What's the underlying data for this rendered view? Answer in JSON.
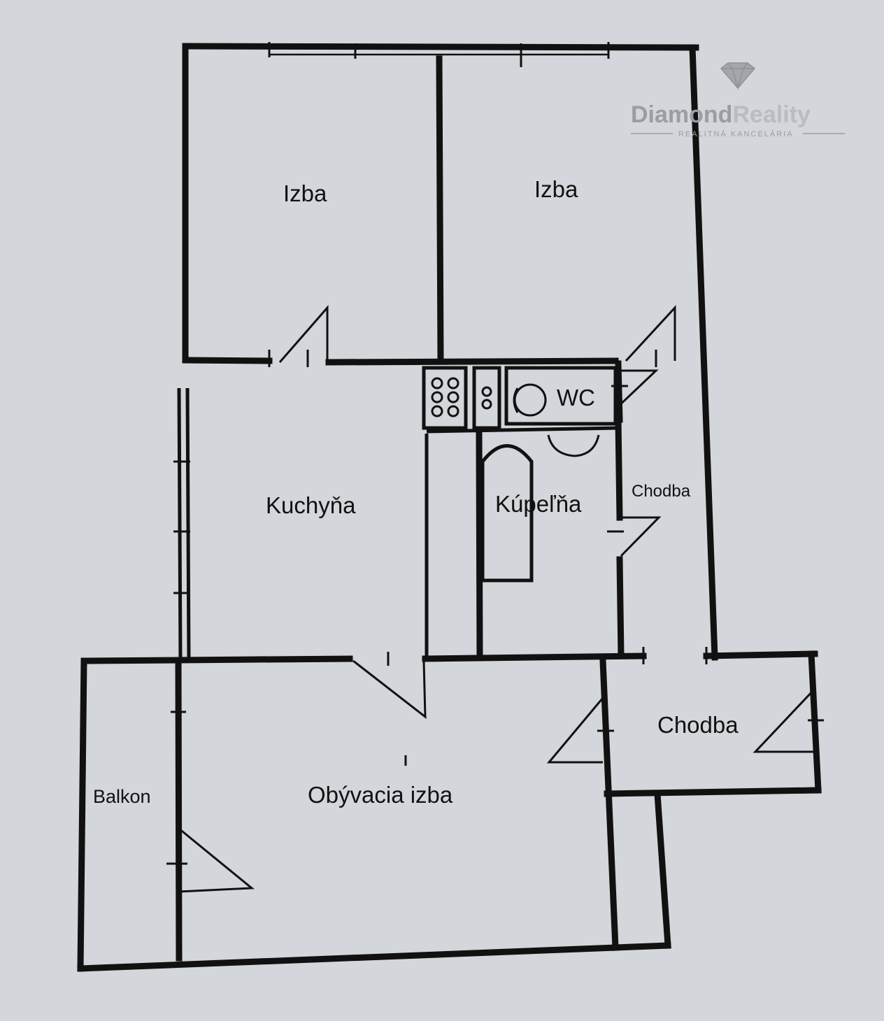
{
  "rooms": {
    "izba_left": "Izba",
    "izba_right": "Izba",
    "wc": "WC",
    "kuchyna": "Kuchyňa",
    "kupelna": "Kúpeľňa",
    "chodba_upper": "Chodba",
    "chodba_lower": "Chodba",
    "balkon": "Balkon",
    "obyvacia": "Obývacia izba"
  },
  "watermark": {
    "brand_first": "Diamond",
    "brand_second": "Reality",
    "subtitle": "REALITNÁ KANCELÁRIA",
    "icon": "diamond-icon"
  },
  "colors": {
    "paper": "#d3d6da",
    "ink": "#111111",
    "watermark": "#9a9da2"
  }
}
